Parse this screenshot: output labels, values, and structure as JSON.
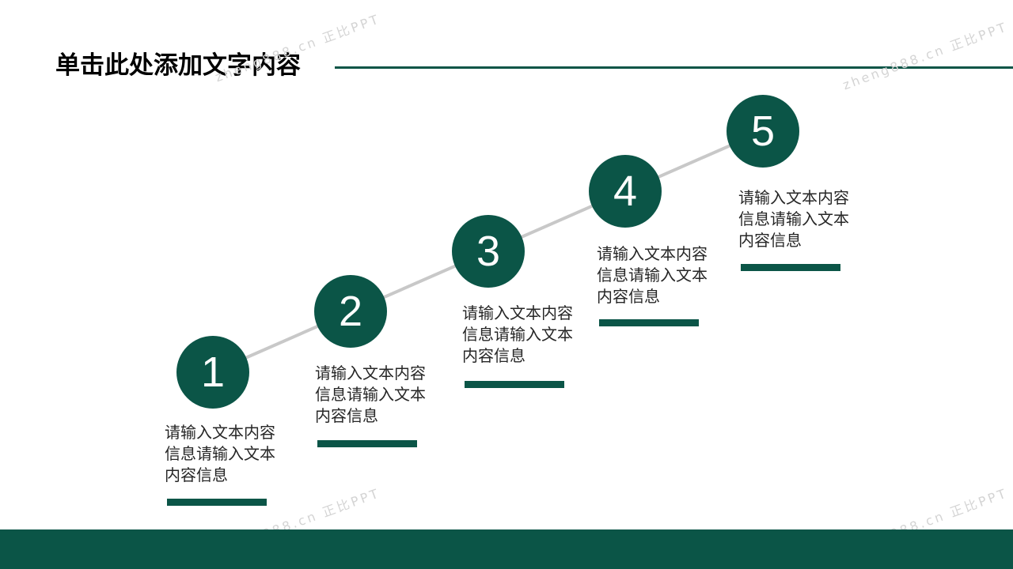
{
  "title": "单击此处添加文字内容",
  "colors": {
    "accent": "#0b5547",
    "connector": "#c8c8c8",
    "text": "#262626",
    "watermark": "#d4d4d4"
  },
  "steps": [
    {
      "number": "1",
      "text": "请输入文本内容信息请输入文本内容信息"
    },
    {
      "number": "2",
      "text": "请输入文本内容信息请输入文本内容信息"
    },
    {
      "number": "3",
      "text": "请输入文本内容信息请输入文本内容信息"
    },
    {
      "number": "4",
      "text": "请输入文本内容信息请输入文本内容信息"
    },
    {
      "number": "5",
      "text": "请输入文本内容信息请输入文本内容信息"
    }
  ],
  "watermark": "zheng888.cn 正比PPT"
}
